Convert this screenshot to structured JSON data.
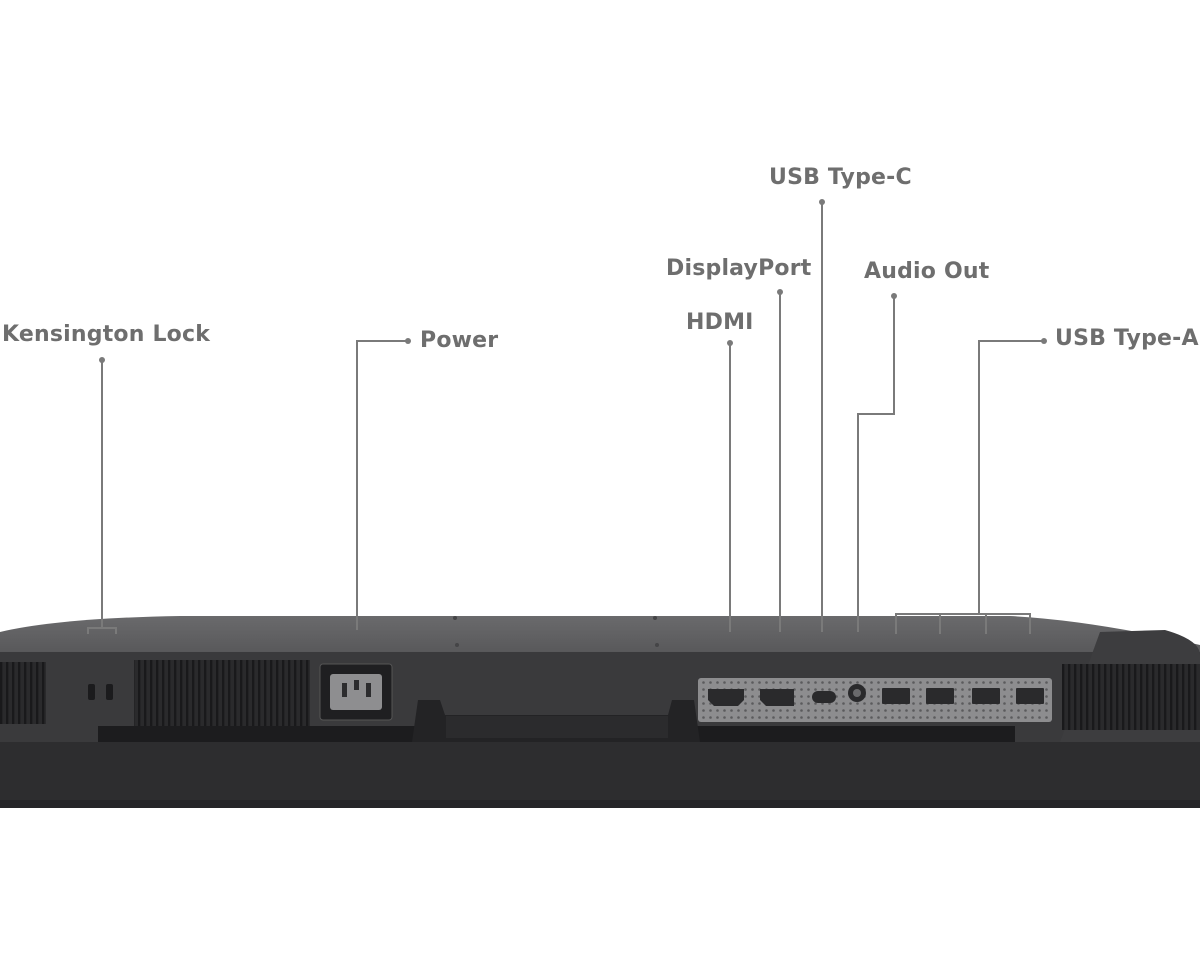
{
  "labels": {
    "kensington": "Kensington Lock",
    "power": "Power",
    "hdmi": "HDMI",
    "displayport": "DisplayPort",
    "usb_c": "USB Type-C",
    "audio_out": "Audio Out",
    "usb_a": "USB Type-A"
  },
  "colors": {
    "label": "#6e6e6e",
    "leader": "#7a7a7a",
    "monitor_top": "#5f5f61",
    "monitor_body": "#3c3c3e",
    "monitor_base": "#2e2e30",
    "port_panel": "#8a8a8c"
  }
}
